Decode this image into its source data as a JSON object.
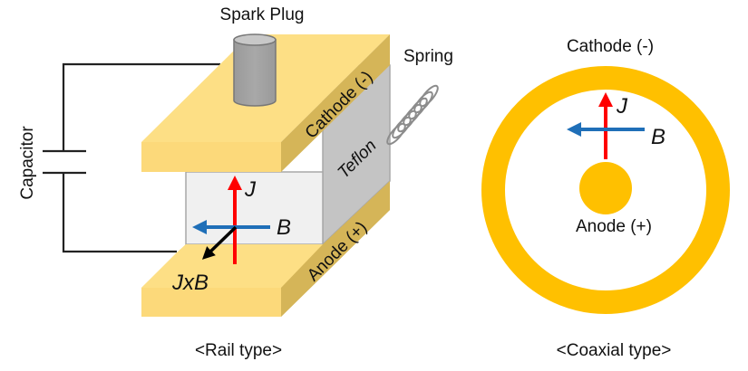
{
  "rail": {
    "spark_plug_label": "Spark Plug",
    "spring_label": "Spring",
    "capacitor_label": "Capacitor",
    "cathode_label": "Cathode (-)",
    "anode_label": "Anode (+)",
    "teflon_label": "Teflon",
    "j_label": "J",
    "b_label": "B",
    "jxb_label": "JxB",
    "caption": "<Rail type>"
  },
  "coaxial": {
    "cathode_label": "Cathode (-)",
    "anode_label": "Anode (+)",
    "j_label": "J",
    "b_label": "B",
    "caption": "<Coaxial type>"
  },
  "colors": {
    "electrode_light": "#FDDF85",
    "electrode_side": "#D5B558",
    "electrode_front": "#FCD97A",
    "coax_gold": "#FFC000",
    "teflon": "#C4C4C4",
    "gap": "#F0F0F0",
    "current_arrow": "#FF0000",
    "field_arrow": "#1F6FB8",
    "force_arrow": "#000000"
  }
}
